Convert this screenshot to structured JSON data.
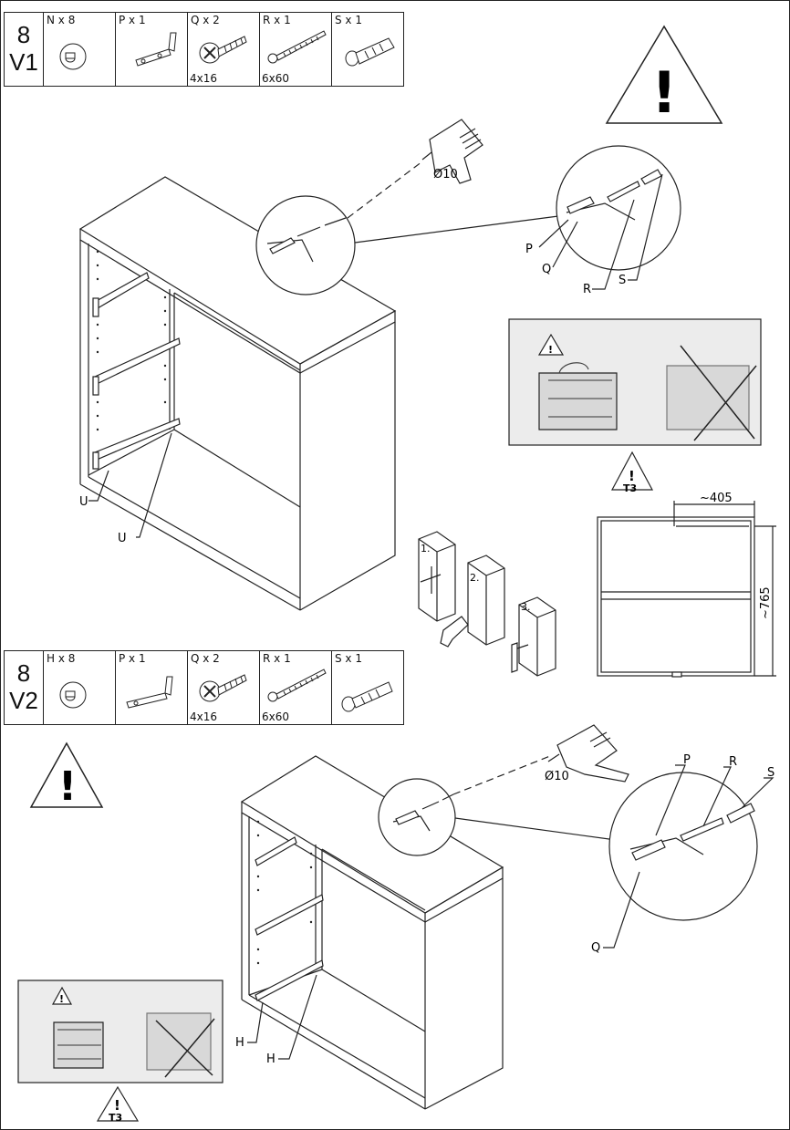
{
  "steps": [
    {
      "number": "8",
      "variant": "V1",
      "parts": [
        {
          "label": "N x 8",
          "size": "",
          "icon": "cam-dowel-icon"
        },
        {
          "label": "P x 1",
          "size": "",
          "icon": "angle-bracket-icon"
        },
        {
          "label": "Q x 2",
          "size": "4x16",
          "icon": "short-screw-icon"
        },
        {
          "label": "R x 1",
          "size": "6x60",
          "icon": "long-screw-icon"
        },
        {
          "label": "S x 1",
          "size": "",
          "icon": "wall-plug-icon"
        }
      ]
    },
    {
      "number": "8",
      "variant": "V2",
      "parts": [
        {
          "label": "H x 8",
          "size": "",
          "icon": "cam-dowel-icon"
        },
        {
          "label": "P x 1",
          "size": "",
          "icon": "angle-bracket-icon"
        },
        {
          "label": "Q x 2",
          "size": "4x16",
          "icon": "short-screw-icon"
        },
        {
          "label": "R x 1",
          "size": "6x60",
          "icon": "long-screw-icon"
        },
        {
          "label": "S x 1",
          "size": "",
          "icon": "wall-plug-icon"
        }
      ]
    }
  ],
  "callouts": {
    "drill_size_top": "Ø10",
    "drill_size_bottom": "Ø10",
    "p": "P",
    "q": "Q",
    "r": "R",
    "s": "S",
    "u": "U",
    "h": "H",
    "t3": "T3",
    "warning_mark": "!",
    "steps_wall": [
      "1.",
      "2.",
      "3."
    ],
    "dimension_width": "~405",
    "dimension_height": "~765"
  },
  "colors": {
    "line": "#222222",
    "panel": "#f3f3f3",
    "photo_bg": "#e6e6e6"
  }
}
